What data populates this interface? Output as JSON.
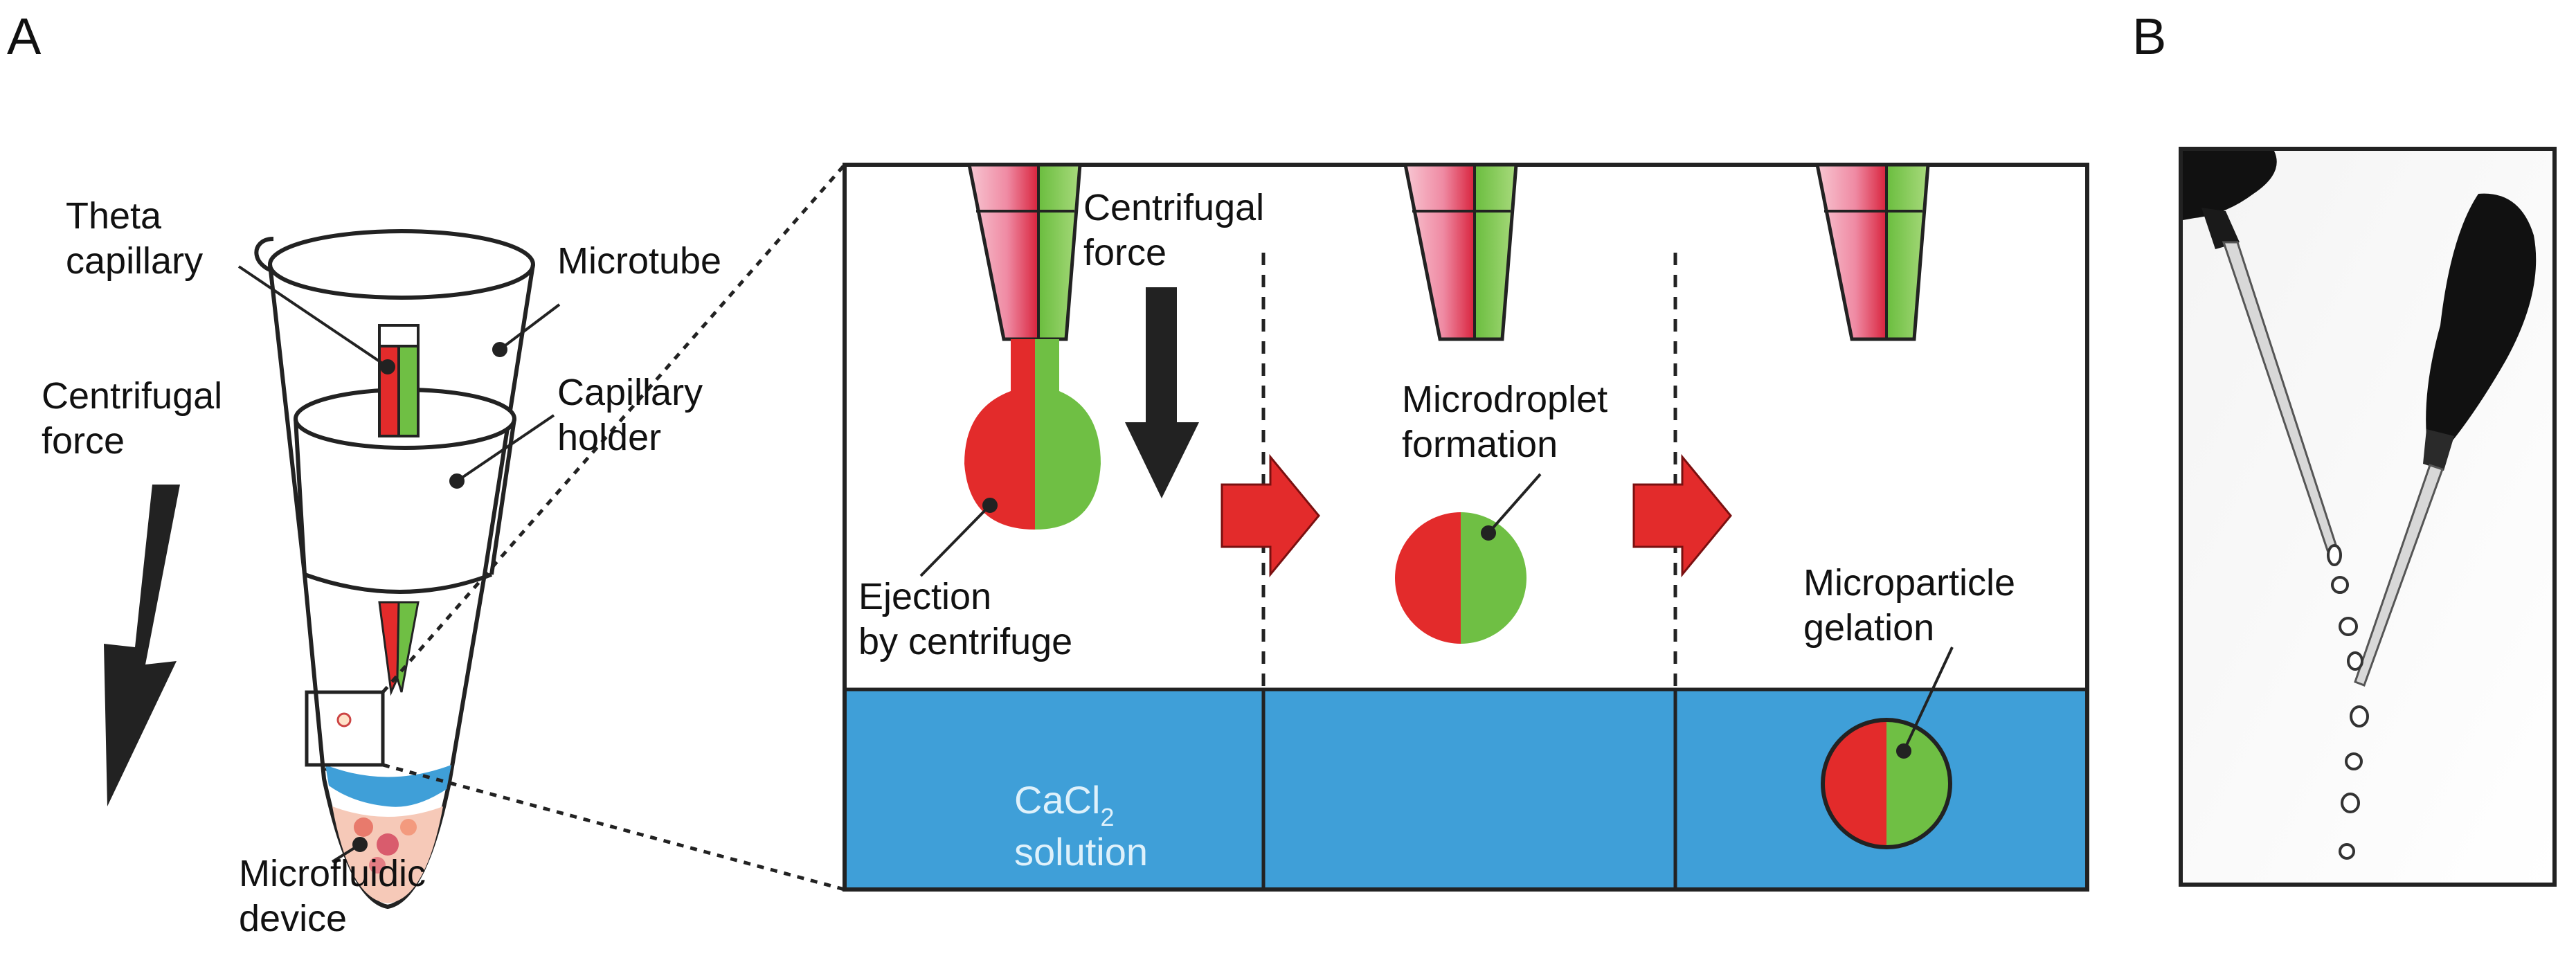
{
  "panels": {
    "a_label": "A",
    "b_label": "B"
  },
  "tube_labels": {
    "theta_line1": "Theta",
    "theta_line2": "capillary",
    "microtube": "Microtube",
    "centrifugal_line1": "Centrifugal",
    "centrifugal_line2": "force",
    "holder_line1": "Capillary",
    "holder_line2": "holder",
    "device_line1": "Microfluidic",
    "device_line2": "device"
  },
  "process_labels": {
    "centrifugal_line1": "Centrifugal",
    "centrifugal_line2": "force",
    "ejection_line1": "Ejection",
    "ejection_line2": "by centrifuge",
    "droplet_line1": "Microdroplet",
    "droplet_line2": "formation",
    "gelation_line1": "Microparticle",
    "gelation_line2": "gelation",
    "solution_cacl": "CaCl",
    "solution_sub": "2",
    "solution_word": "solution"
  },
  "colors": {
    "red": "#e32b2b",
    "green": "#6fbf44",
    "blue": "#3f9fd8",
    "arrow_dark": "#222222",
    "pink_tip": "#f1a0b4",
    "cacl_text": "#dff1fb"
  }
}
